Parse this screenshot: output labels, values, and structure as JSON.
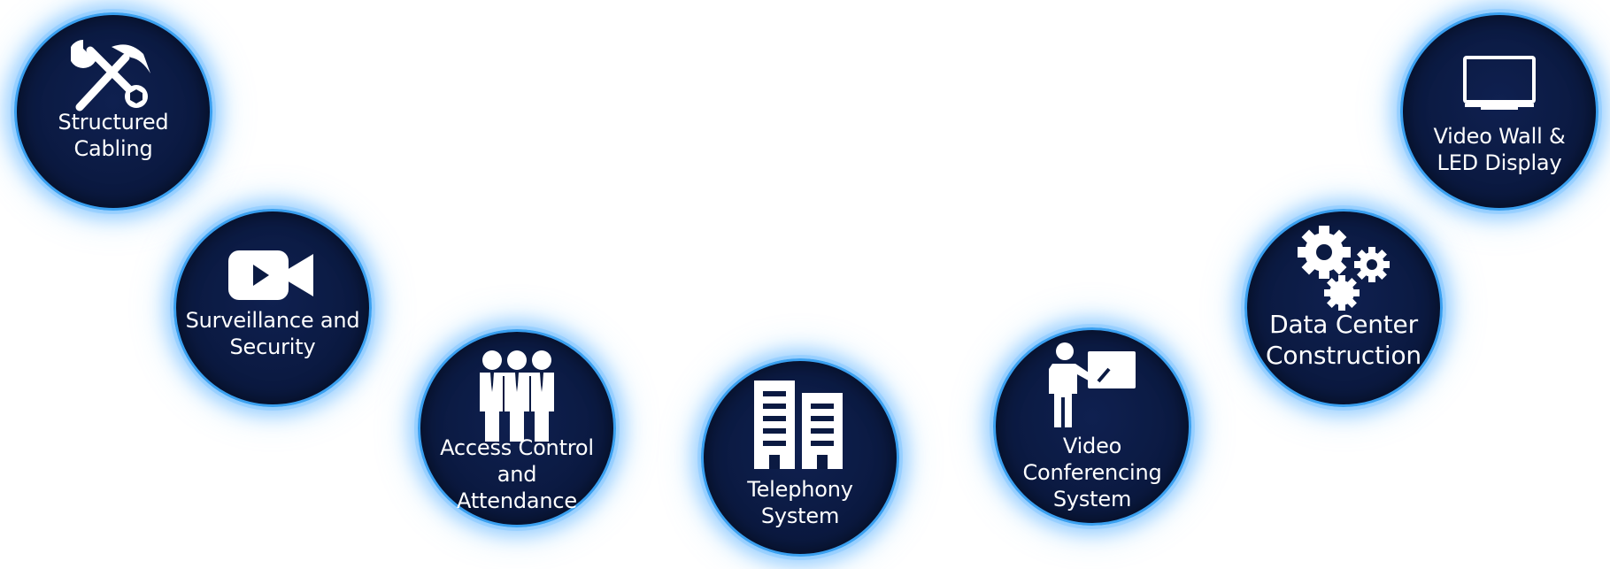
{
  "services": [
    {
      "label": "Structured\nCabling",
      "icon": "tools-icon"
    },
    {
      "label": "Surveillance and\nSecurity",
      "icon": "video-camera-icon"
    },
    {
      "label": "Access Control\nand\nAttendance",
      "icon": "people-group-icon"
    },
    {
      "label": "Telephony\nSystem",
      "icon": "buildings-icon"
    },
    {
      "label": "Video\nConferencing\nSystem",
      "icon": "presenter-board-icon"
    },
    {
      "label": "Data Center\nConstruction",
      "icon": "gears-icon"
    },
    {
      "label": "Video Wall &\nLED Display",
      "icon": "monitor-icon"
    }
  ],
  "colors": {
    "circle_fill": "#0b1a42",
    "circle_border": "#3aa0f0",
    "text": "#ffffff"
  }
}
